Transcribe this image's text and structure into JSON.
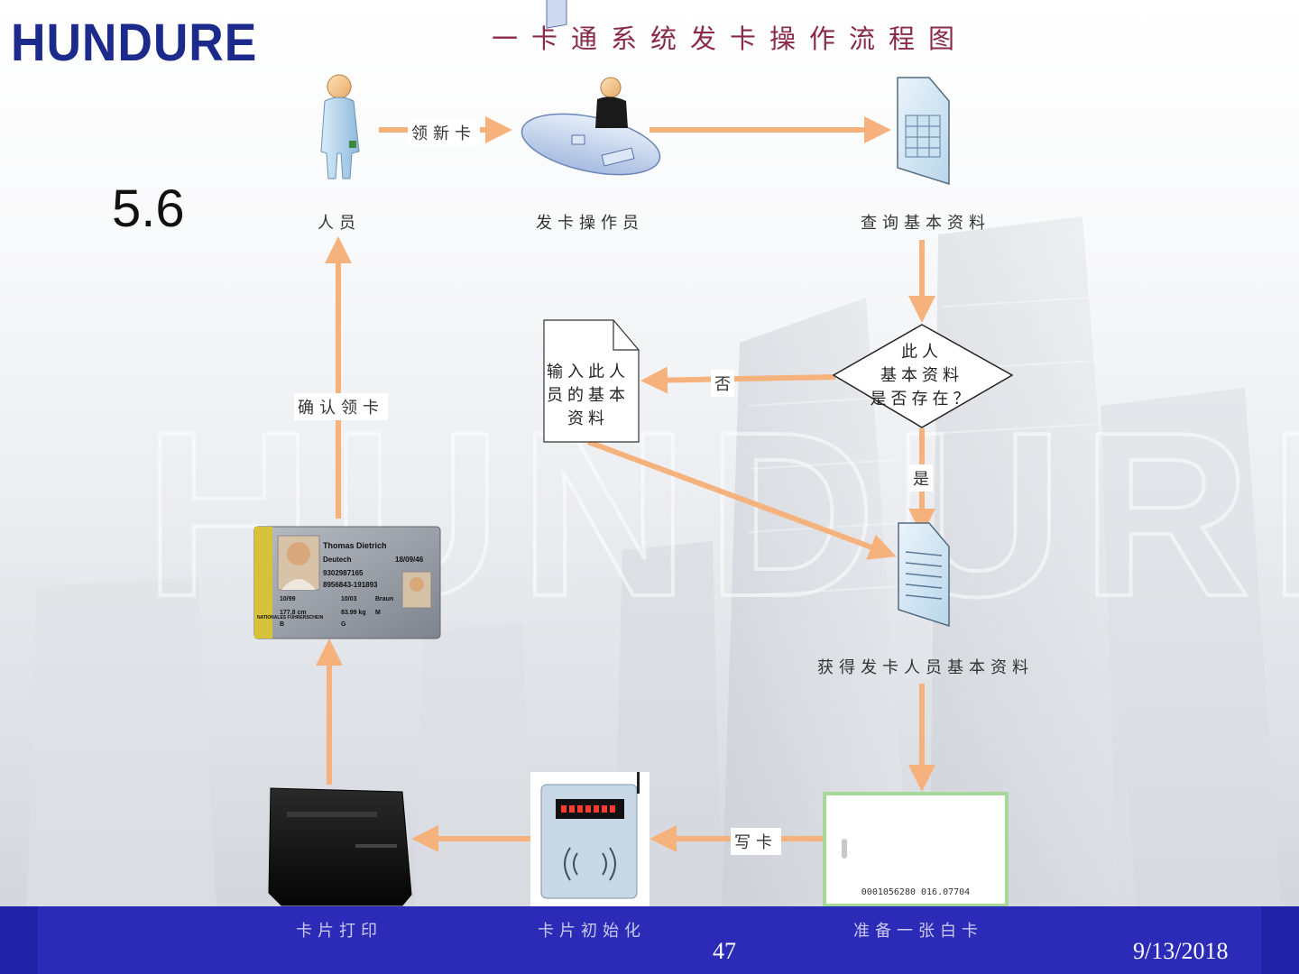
{
  "header": {
    "logo": "HUNDURE",
    "title": "一卡通系统发卡操作流程图",
    "section": "5.6"
  },
  "nodes": {
    "person": "人员",
    "operator": "发卡操作员",
    "query": "查询基本资料",
    "decision_line1": "此人",
    "decision_line2": "基本资料",
    "decision_line3": "是否存在？",
    "input_line1": "输入此人",
    "input_line2": "员的基本",
    "input_line3": "资料",
    "obtain": "获得发卡人员基本资料",
    "blank_card": "准备一张白卡",
    "init_card": "卡片初始化",
    "print_card": "卡片打印"
  },
  "edges": {
    "get_new_card": "领新卡",
    "no": "否",
    "yes": "是",
    "write_card": "写卡",
    "confirm": "确认领卡"
  },
  "id_card": {
    "name": "Thomas Dietrich",
    "nationality": "Deutech",
    "birth_date": "18/09/46",
    "number1": "9302987165",
    "number2": "8956843-191893",
    "issued": "10/99",
    "valid": "10/03",
    "eyes": "Braun",
    "height": "177.8 cm",
    "weight": "83.99 kg",
    "sex": "M",
    "blood": "B",
    "class": "G",
    "stripe_text": "NATIONALES FÜHRERSCHEIN"
  },
  "blank_card": {
    "serial": "0001056280   016.07704"
  },
  "footer": {
    "page": "47",
    "date": "9/13/2018"
  },
  "colors": {
    "arrow": "#f6b27d",
    "footer": "#2b2bb8",
    "logo": "#1c2a8c",
    "title": "#8a2a4a"
  }
}
